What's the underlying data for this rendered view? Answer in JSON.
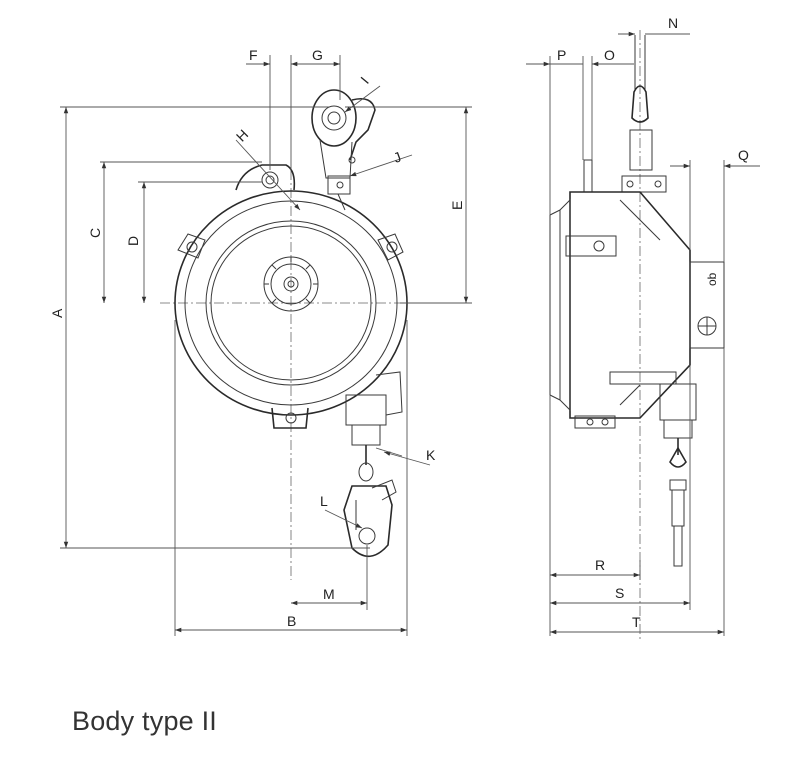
{
  "caption": "Body type II",
  "dimension_labels": {
    "A": "A",
    "B": "B",
    "C": "C",
    "D": "D",
    "E": "E",
    "F": "F",
    "G": "G",
    "H": "H",
    "I": "I",
    "J": "J",
    "K": "K",
    "L": "L",
    "M": "M",
    "N": "N",
    "O": "O",
    "P": "P",
    "Q": "Q",
    "R": "R",
    "S": "S",
    "T": "T"
  },
  "side_plate_text": "ob"
}
